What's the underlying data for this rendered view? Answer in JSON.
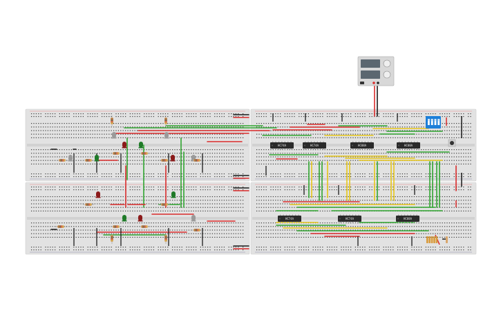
{
  "app": {
    "title": "",
    "colors": {
      "background": "#ffffff",
      "board": "#e2e2e2",
      "board_edge": "#cfcfcf",
      "hole": "#3d3d3d",
      "rail_red": "#d63b3b",
      "rail_black": "#222222",
      "wire_red": "#d92b2b",
      "wire_green": "#2fa52f",
      "wire_yellow": "#e6c619",
      "wire_black": "#1a1a1a",
      "chip": "#2a2a2a",
      "led_red": "#8b1a1a",
      "led_green": "#1f7a28",
      "led_gray": "#9a9a9a",
      "dip_switch": "#1d7fd9",
      "psu": "#d8d8d8"
    }
  },
  "chips": [
    {
      "id": "u1",
      "label": "HC74A"
    },
    {
      "id": "u2",
      "label": "HC74A"
    },
    {
      "id": "u3",
      "label": "HC08A"
    },
    {
      "id": "u4",
      "label": "HC08A"
    },
    {
      "id": "u5",
      "label": "HC74A"
    },
    {
      "id": "u6",
      "label": "HC74A"
    },
    {
      "id": "u7",
      "label": "HC08A"
    }
  ],
  "icons": {
    "power_supply": "power-supply-icon",
    "dip_switch": "dip-switch-icon",
    "push_button": "push-button-icon",
    "led": "led-icon",
    "resistor": "resistor-icon"
  }
}
